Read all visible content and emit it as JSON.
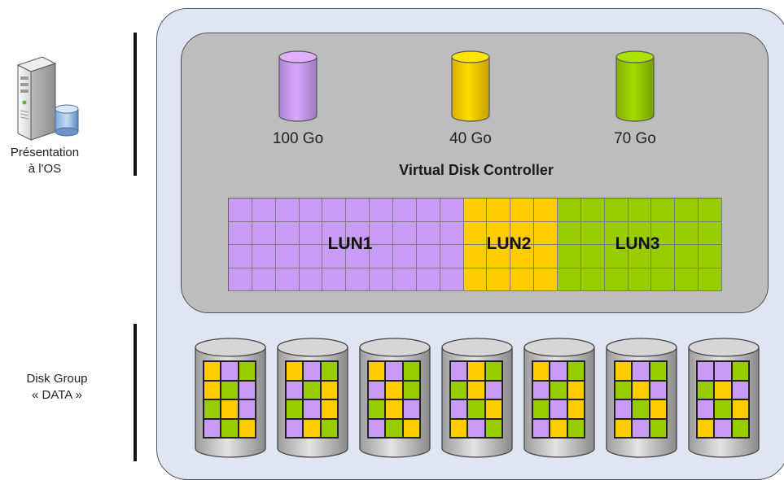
{
  "labels": {
    "presentation_line1": "Présentation",
    "presentation_line2": "à l'OS",
    "diskgroup_line1": "Disk Group",
    "diskgroup_line2": "« DATA »"
  },
  "controller": {
    "title": "Virtual Disk Controller",
    "volumes": [
      {
        "size": "100 Go",
        "color": "#c89cf4"
      },
      {
        "size": "40 Go",
        "color": "#ffcc00"
      },
      {
        "size": "70 Go",
        "color": "#99cc00"
      }
    ]
  },
  "luns": [
    {
      "name": "LUN1",
      "columns": 10,
      "color": "#c89cf4"
    },
    {
      "name": "LUN2",
      "columns": 4,
      "color": "#ffcc00"
    },
    {
      "name": "LUN3",
      "columns": 7,
      "color": "#99cc00"
    }
  ],
  "colors": {
    "purple": "#c89cf4",
    "yellow": "#ffcc00",
    "green": "#99cc00",
    "panel_outer": "#dfe6f2",
    "panel_inner": "#bdbdbd"
  },
  "disks": [
    [
      "Y",
      "P",
      "G",
      "Y",
      "G",
      "P",
      "G",
      "Y",
      "P",
      "P",
      "G",
      "Y"
    ],
    [
      "Y",
      "P",
      "G",
      "P",
      "G",
      "Y",
      "G",
      "P",
      "Y",
      "P",
      "Y",
      "G"
    ],
    [
      "Y",
      "P",
      "G",
      "P",
      "Y",
      "G",
      "G",
      "Y",
      "P",
      "P",
      "G",
      "Y"
    ],
    [
      "P",
      "Y",
      "G",
      "G",
      "Y",
      "P",
      "P",
      "G",
      "Y",
      "Y",
      "P",
      "G"
    ],
    [
      "Y",
      "P",
      "G",
      "P",
      "G",
      "Y",
      "G",
      "P",
      "Y",
      "P",
      "Y",
      "G"
    ],
    [
      "Y",
      "P",
      "G",
      "G",
      "Y",
      "P",
      "P",
      "G",
      "Y",
      "Y",
      "P",
      "G"
    ],
    [
      "P",
      "P",
      "G",
      "G",
      "Y",
      "P",
      "P",
      "G",
      "Y",
      "Y",
      "P",
      "G"
    ]
  ]
}
